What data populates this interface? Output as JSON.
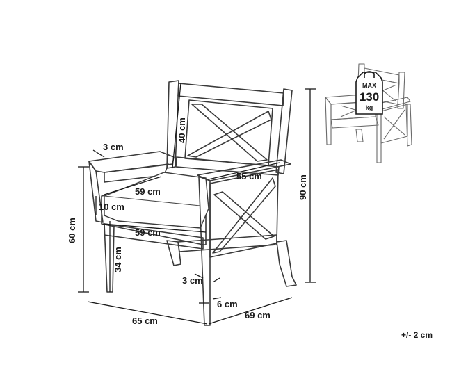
{
  "dimensions": {
    "back_height": "40 cm",
    "arm_thickness": "3 cm",
    "seat_depth": "59 cm",
    "arm_depth": "55 cm",
    "cushion_thickness": "10 cm",
    "seat_width_front": "59 cm",
    "seat_height": "60 cm",
    "leg_height": "34 cm",
    "leg_gap": "3 cm",
    "leg_width": "6 cm",
    "overall_width": "65 cm",
    "overall_depth": "69 cm",
    "overall_height": "90 cm"
  },
  "badge": {
    "line1": "MAX",
    "line2": "130",
    "line3": "kg"
  },
  "tolerance": "+/- 2 cm",
  "colors": {
    "ink": "#1a1a1a",
    "outline": "#3a3a3a",
    "background": "#ffffff"
  }
}
